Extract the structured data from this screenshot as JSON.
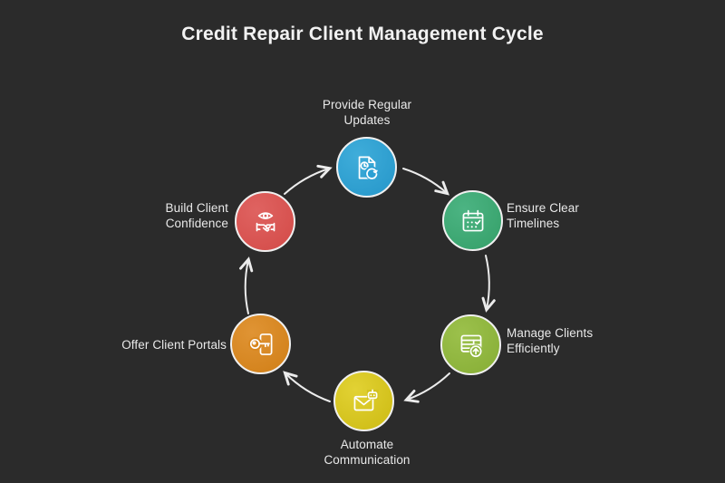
{
  "title": "Credit Repair Client Management Cycle",
  "diagram": {
    "type": "cycle",
    "direction": "clockwise",
    "background": "#2b2b2b",
    "arrow_color": "#ececec",
    "steps": [
      {
        "label": "Provide Regular\nUpdates",
        "icon": "document-refresh-icon",
        "color": "#2ba0d4",
        "position": "top"
      },
      {
        "label": "Ensure Clear\nTimelines",
        "icon": "calendar-check-icon",
        "color": "#3aa873",
        "position": "upper-right"
      },
      {
        "label": "Manage Clients\nEfficiently",
        "icon": "table-upload-icon",
        "color": "#8fb63e",
        "position": "lower-right"
      },
      {
        "label": "Automate\nCommunication",
        "icon": "mail-robot-icon",
        "color": "#d3c21c",
        "position": "bottom"
      },
      {
        "label": "Offer Client Portals",
        "icon": "key-portal-icon",
        "color": "#d8861e",
        "position": "lower-left"
      },
      {
        "label": "Build Client\nConfidence",
        "icon": "eye-handshake-icon",
        "color": "#d95350",
        "position": "upper-left"
      }
    ]
  }
}
